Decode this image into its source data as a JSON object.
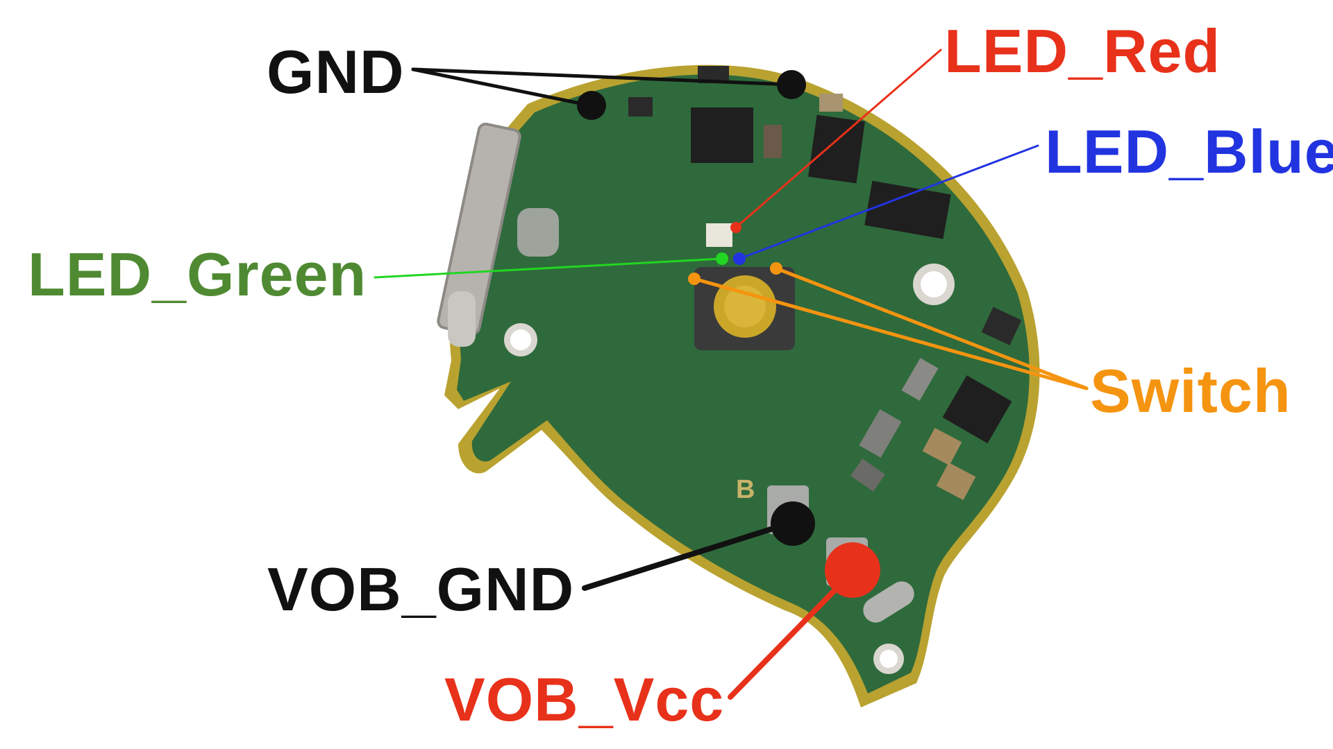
{
  "colors": {
    "gnd": "#111111",
    "led_red": "#e8311a",
    "led_blue": "#2234e0",
    "led_green": "#4f8a32",
    "led_green_line": "#22d522",
    "switch": "#f59410",
    "vob_gnd": "#111111",
    "vob_vcc": "#e8311a",
    "pcb": "#2f6a3c",
    "pcb_edge": "#b9a230"
  },
  "labels": {
    "gnd": "GND",
    "led_red": "LED_Red",
    "led_blue": "LED_Blue",
    "led_green": "LED_Green",
    "switch": "Switch",
    "vob_gnd": "VOB_GND",
    "vob_vcc": "VOB_Vcc"
  },
  "board": {
    "silkscreen_marking": "B"
  },
  "icons": [
    "pcb-board",
    "tactile-switch",
    "test-pad-dot",
    "callout-line"
  ]
}
